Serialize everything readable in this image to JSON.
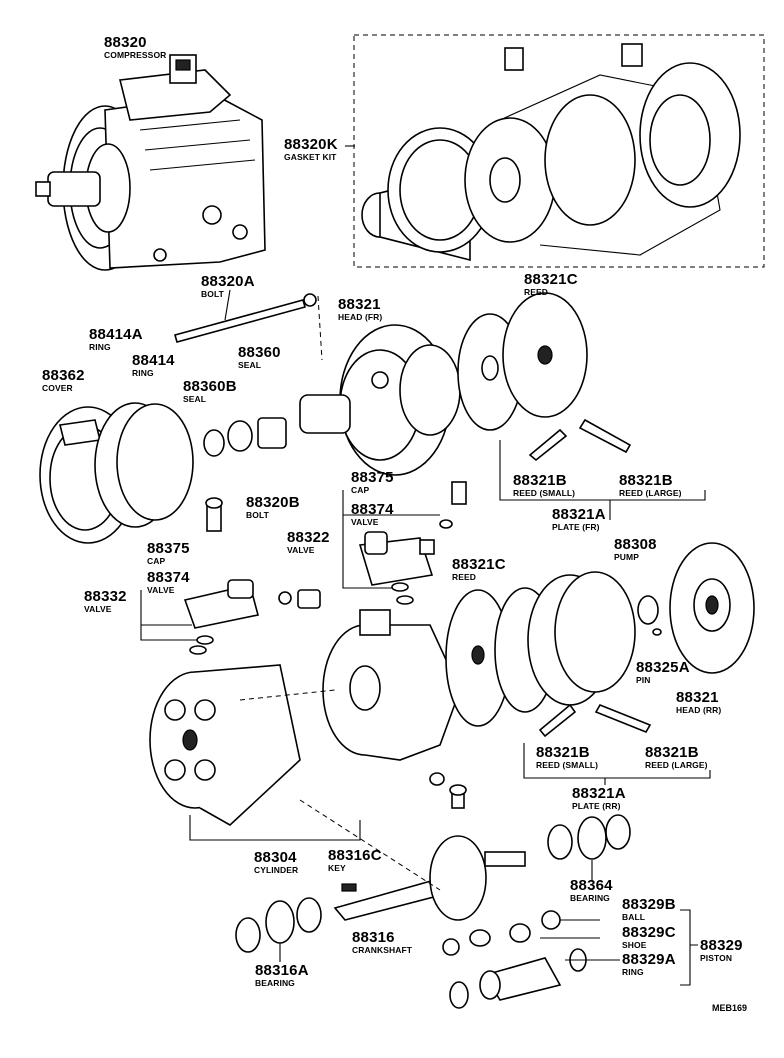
{
  "diagram": {
    "parts": [
      {
        "id": "p88320",
        "number": "88320",
        "name": "COMPRESSOR"
      },
      {
        "id": "p88320K",
        "number": "88320K",
        "name": "GASKET KIT"
      },
      {
        "id": "p88320A",
        "number": "88320A",
        "name": "BOLT"
      },
      {
        "id": "p88321C_top",
        "number": "88321C",
        "name": "REED"
      },
      {
        "id": "p88414A",
        "number": "88414A",
        "name": "RING"
      },
      {
        "id": "p88321_fr",
        "number": "88321",
        "name": "HEAD (FR)"
      },
      {
        "id": "p88414",
        "number": "88414",
        "name": "RING"
      },
      {
        "id": "p88360",
        "number": "88360",
        "name": "SEAL"
      },
      {
        "id": "p88362",
        "number": "88362",
        "name": "COVER"
      },
      {
        "id": "p88360B",
        "number": "88360B",
        "name": "SEAL"
      },
      {
        "id": "p88375_top",
        "number": "88375",
        "name": "CAP"
      },
      {
        "id": "p88374_top",
        "number": "88374",
        "name": "VALVE"
      },
      {
        "id": "p88321B_small_fr",
        "number": "88321B",
        "name": "REED (SMALL)"
      },
      {
        "id": "p88321B_large_fr",
        "number": "88321B",
        "name": "REED (LARGE)"
      },
      {
        "id": "p88320B",
        "number": "88320B",
        "name": "BOLT"
      },
      {
        "id": "p88321A_fr",
        "number": "88321A",
        "name": "PLATE (FR)"
      },
      {
        "id": "p88322",
        "number": "88322",
        "name": "VALVE"
      },
      {
        "id": "p88375_mid",
        "number": "88375",
        "name": "CAP"
      },
      {
        "id": "p88374_mid",
        "number": "88374",
        "name": "VALVE"
      },
      {
        "id": "p88332",
        "number": "88332",
        "name": "VALVE"
      },
      {
        "id": "p88321C_mid",
        "number": "88321C",
        "name": "REED"
      },
      {
        "id": "p88308",
        "number": "88308",
        "name": "PUMP"
      },
      {
        "id": "p88325A",
        "number": "88325A",
        "name": "PIN"
      },
      {
        "id": "p88321_rr",
        "number": "88321",
        "name": "HEAD (RR)"
      },
      {
        "id": "p88321B_small_rr",
        "number": "88321B",
        "name": "REED (SMALL)"
      },
      {
        "id": "p88321B_large_rr",
        "number": "88321B",
        "name": "REED (LARGE)"
      },
      {
        "id": "p88321A_rr",
        "number": "88321A",
        "name": "PLATE (RR)"
      },
      {
        "id": "p88304",
        "number": "88304",
        "name": "CYLINDER"
      },
      {
        "id": "p88316C",
        "number": "88316C",
        "name": "KEY"
      },
      {
        "id": "p88364",
        "number": "88364",
        "name": "BEARING"
      },
      {
        "id": "p88329B",
        "number": "88329B",
        "name": "BALL"
      },
      {
        "id": "p88316",
        "number": "88316",
        "name": "CRANKSHAFT"
      },
      {
        "id": "p88329C",
        "number": "88329C",
        "name": "SHOE"
      },
      {
        "id": "p88329",
        "number": "88329",
        "name": "PISTON"
      },
      {
        "id": "p88329A",
        "number": "88329A",
        "name": "RING"
      },
      {
        "id": "p88316A",
        "number": "88316A",
        "name": "BEARING"
      }
    ],
    "figure_code": "MEB169"
  }
}
